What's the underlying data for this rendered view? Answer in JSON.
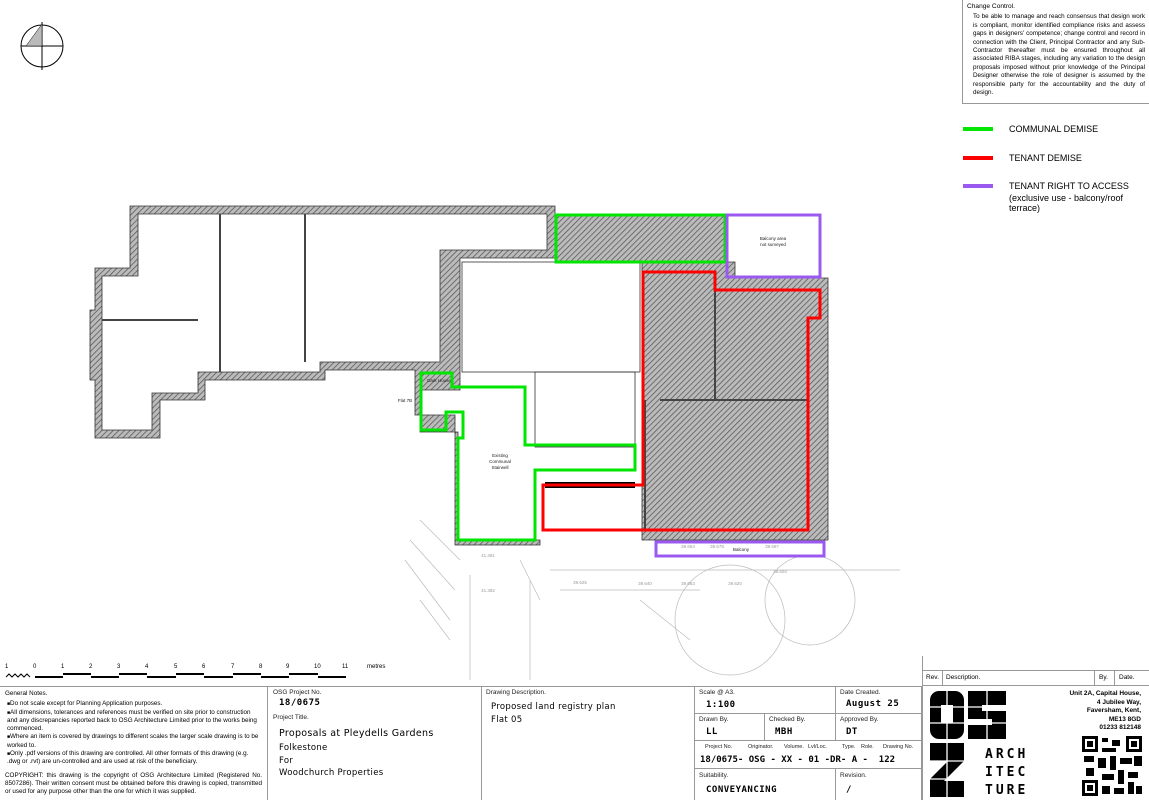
{
  "change_control": {
    "title": "Change Control.",
    "body": "To be able to manage and reach consensus that design work is compliant, monitor identified compliance risks and assess gaps in designers' competence; change control and record in connection with the Client, Principal Contractor and any Sub-Contractor thereafter must be ensured throughout all associated RIBA stages, including any variation to the design proposals imposed without prior knowledge of the Principal Designer otherwise the role of designer is assumed by the responsible party for the accountability and the duty of design."
  },
  "legend": [
    {
      "label": "COMMUNAL DEMISE",
      "color": "#00e600"
    },
    {
      "label": "TENANT DEMISE",
      "color": "#ff0000"
    },
    {
      "label": "TENANT RIGHT TO ACCESS",
      "sub": "(exclusive use - balcony/roof terrace)",
      "color": "#9b59f0"
    }
  ],
  "plan": {
    "labels": {
      "balcony_not_surveyed_1": "Balcony area",
      "balcony_not_surveyed_2": "not surveyed",
      "dark_house": "Dark House",
      "flat_ref": "Flat 7B",
      "stairwell_1": "Existing",
      "stairwell_2": "Communal",
      "stairwell_3": "Stairwell",
      "balcony": "Balcony",
      "levels": [
        "39.654",
        "39.678",
        "39.697",
        "41.391",
        "41.382",
        "39.625",
        "39.640",
        "39.663",
        "39.620",
        "39.604"
      ]
    }
  },
  "scale_bar": {
    "ticks": [
      "1",
      "0",
      "1",
      "2",
      "3",
      "4",
      "5",
      "6",
      "7",
      "8",
      "9",
      "10",
      "11"
    ],
    "unit": "metres"
  },
  "general_notes": {
    "title": "General Notes.",
    "items": [
      "Do not scale except for Planning Application purposes.",
      "All dimensions, tolerances and references must be verified on site prior to construction and any discrepancies reported back to OSG Architecture Limited prior to the works being commenced.",
      "Where an item is covered by drawings to different scales the larger scale drawing is to be worked to.",
      "Only .pdf versions of this drawing are controlled. All other formats of this drawing (e.g. .dwg or .rvt) are un-controlled and are used at risk of the beneficiary."
    ],
    "copyright": "COPYRIGHT: this drawing is the copyright of OSG Architecture Limited (Registered No. 8507286). Their written consent must be obtained before this drawing is copied, transmitted or used for any purpose other than the one for which it was supplied."
  },
  "title_block": {
    "project_no_label": "OSG Project No.",
    "project_no": "18/0675",
    "project_title_label": "Project Title.",
    "project_title": [
      "Proposals at Pleydells Gardens",
      "Folkestone",
      "For",
      "Woodchurch Properties"
    ],
    "drawing_desc_label": "Drawing Description.",
    "drawing_desc": [
      "Proposed land registry plan",
      "Flat 05"
    ],
    "scale_label": "Scale @ A3.",
    "scale": "1:100",
    "date_label": "Date Created.",
    "date": "August 25",
    "drawn_label": "Drawn By.",
    "drawn": "LL",
    "checked_label": "Checked By.",
    "checked": "MBH",
    "approved_label": "Approved By.",
    "approved": "DT",
    "code_labels": [
      "Project No.",
      "Originator.",
      "Volume.",
      "Lvl/Loc.",
      "Type.",
      "Role.",
      "Drawing No."
    ],
    "code": "18/0675- OSG - XX - 01 -DR- A -  122",
    "suitability_label": "Suitability.",
    "suitability": "CONVEYANCING",
    "revision_label": "Revision.",
    "revision": "/",
    "rev_headers": [
      "Rev.",
      "Description.",
      "By.",
      "Date."
    ]
  },
  "company": {
    "logo_text": [
      "ARCH",
      "ITEC",
      "TURE"
    ],
    "address": [
      "Unit 2A, Capital House,",
      "4 Jubilee Way,",
      "Faversham, Kent,",
      "ME13 8GD",
      "01233 812148"
    ]
  }
}
